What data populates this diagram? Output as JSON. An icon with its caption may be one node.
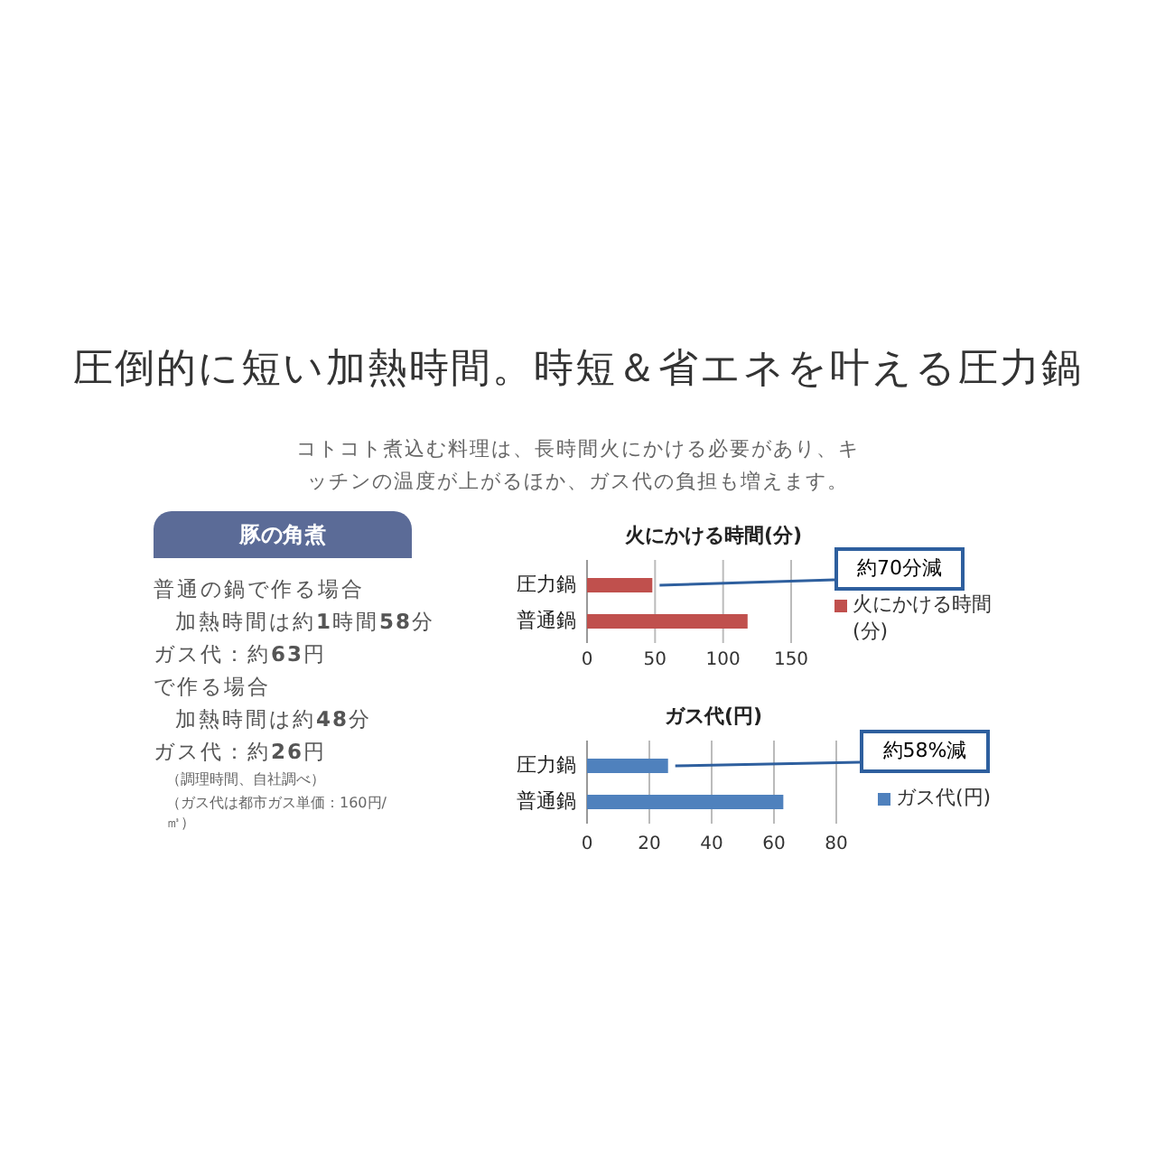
{
  "diagram": {
    "title": "圧倒的に短い加熱時間。時短＆省エネを叶える圧力鍋",
    "nodes": [
      {
        "text": [
          "豚の角煮"
        ]
      },
      {
        "text": [
          "約70分減"
        ]
      },
      {
        "text": [],
        "shape": "bar"
      },
      {
        "text": [
          "約58%減"
        ]
      },
      {
        "text": [],
        "shape": "bar"
      }
    ],
    "edges": [
      {
        "from": 1,
        "to": 2,
        "arrow": "none"
      },
      {
        "from": 3,
        "to": 4,
        "arrow": "none"
      }
    ],
    "labels": [
      "コトコト煮込む料理は、長時間火にかける必要があり、キッチンの温度が上がるほか、ガス代の負担も増えます。",
      "普通の鍋で作る場合",
      "加熱時間は約**1**時間**58**分",
      "ガス代：約**63**円",
      "で作る場合",
      "加熱時間は約**48**分",
      "ガス代：約**26**円",
      "（調理時間、自社調べ）",
      "（ガス代は都市ガス単価：160円/㎥）"
    ],
    "chart_data": [
      {
        "type": "bar",
        "orientation": "horizontal",
        "title": "火にかける時間(分)",
        "categories": [
          "圧力鍋",
          "普通鍋"
        ],
        "series": [
          {
            "name": "火にかける時間(分)",
            "color": "#c0504d",
            "values": [
              48,
              118
            ]
          }
        ],
        "xlim": [
          0,
          150
        ],
        "xticks": [
          0,
          50,
          100,
          150
        ],
        "grid": true
      },
      {
        "type": "bar",
        "orientation": "horizontal",
        "title": "ガス代(円)",
        "categories": [
          "圧力鍋",
          "普通鍋"
        ],
        "series": [
          {
            "name": "ガス代(円)",
            "color": "#4f81bd",
            "values": [
              26,
              63
            ]
          }
        ],
        "xlim": [
          0,
          80
        ],
        "xticks": [
          0,
          20,
          40,
          60,
          80
        ],
        "grid": true
      }
    ]
  }
}
